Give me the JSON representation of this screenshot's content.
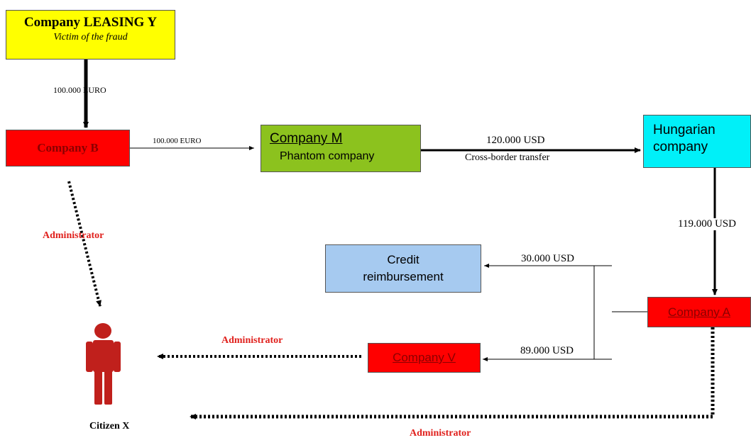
{
  "nodes": {
    "leasing": {
      "title": "Company LEASING Y",
      "subtitle": "Victim of the fraud",
      "color": "#ffff00"
    },
    "company_b": {
      "label": "Company B",
      "color": "#ff0000"
    },
    "company_m": {
      "title": "Company M",
      "subtitle": "Phantom company",
      "color": "#8cc21e"
    },
    "hungarian": {
      "label": "Hungarian company",
      "color": "#00f0f8"
    },
    "credit": {
      "label": "Credit reimbursement",
      "color": "#a6caf0"
    },
    "company_a": {
      "label": "Company A",
      "color": "#ff0000"
    },
    "company_v": {
      "label": "Company V",
      "color": "#ff0000"
    },
    "citizen": {
      "label": "Citizen X",
      "color": "#c0201c"
    }
  },
  "edges": {
    "leasing_to_b": "100.000 EURO",
    "b_to_m": "100.000 EURO",
    "m_to_hungarian_amount": "120.000 USD",
    "m_to_hungarian_note": "Cross-border transfer",
    "hungarian_to_a": "119.000 USD",
    "a_to_credit": "30.000 USD",
    "a_to_v": "89.000 USD",
    "b_admin": "Administrator",
    "v_admin": "Administrator",
    "a_admin": "Administrator"
  },
  "colors": {
    "admin_label": "#e0201c",
    "line": "#000000"
  }
}
